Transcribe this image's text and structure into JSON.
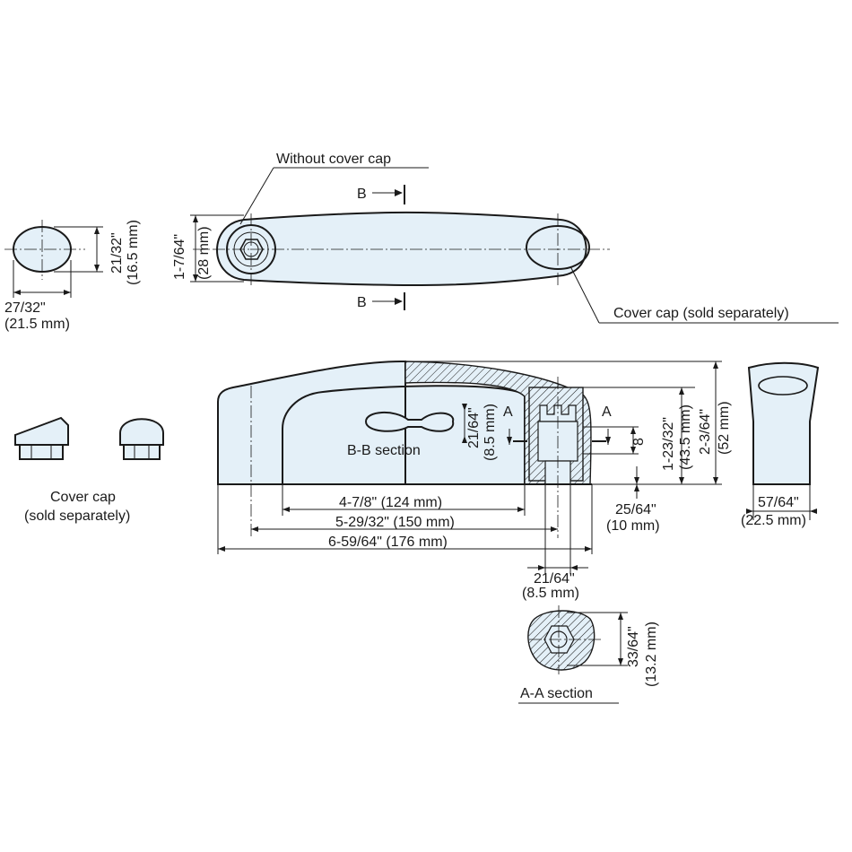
{
  "labels": {
    "without_cover_cap": "Without cover cap",
    "cover_cap_sold_separately_top": "Cover cap (sold separately)",
    "b_top": "B",
    "b_bottom": "B",
    "a_left": "A",
    "a_right": "A",
    "b_b_section": "B-B section",
    "a_a_section": "A-A section",
    "cover_cap_line1": "Cover cap",
    "cover_cap_line2": "(sold separately)"
  },
  "dimensions": {
    "cap_height_in": "21/32\"",
    "cap_height_mm": "(16.5 mm)",
    "cap_width_in": "27/32\"",
    "cap_width_mm": "(21.5 mm)",
    "top_height_in": "1-7/64\"",
    "top_height_mm": "(28 mm)",
    "inner_len_in": "4-7/8\" (124 mm)",
    "mount_len_in": "5-29/32\" (150 mm)",
    "overall_len_in": "6-59/64\" (176 mm)",
    "bb_height_in": "21/64\"",
    "bb_height_mm": "(8.5 mm)",
    "thread_depth": "8",
    "grip_height_in": "1-23/32\"",
    "grip_height_mm": "(43.5 mm)",
    "total_height_in": "2-3/64\"",
    "total_height_mm": "(52 mm)",
    "foot_height_in": "25/64\"",
    "foot_height_mm": "(10 mm)",
    "end_width_in": "57/64\"",
    "end_width_mm": "(22.5 mm)",
    "bore_in": "21/64\"",
    "bore_mm": "(8.5 mm)",
    "aa_height_in": "33/64\"",
    "aa_height_mm": "(13.2 mm)"
  },
  "colors": {
    "fill": "#e4f0f8",
    "line": "#1a1a1a"
  }
}
